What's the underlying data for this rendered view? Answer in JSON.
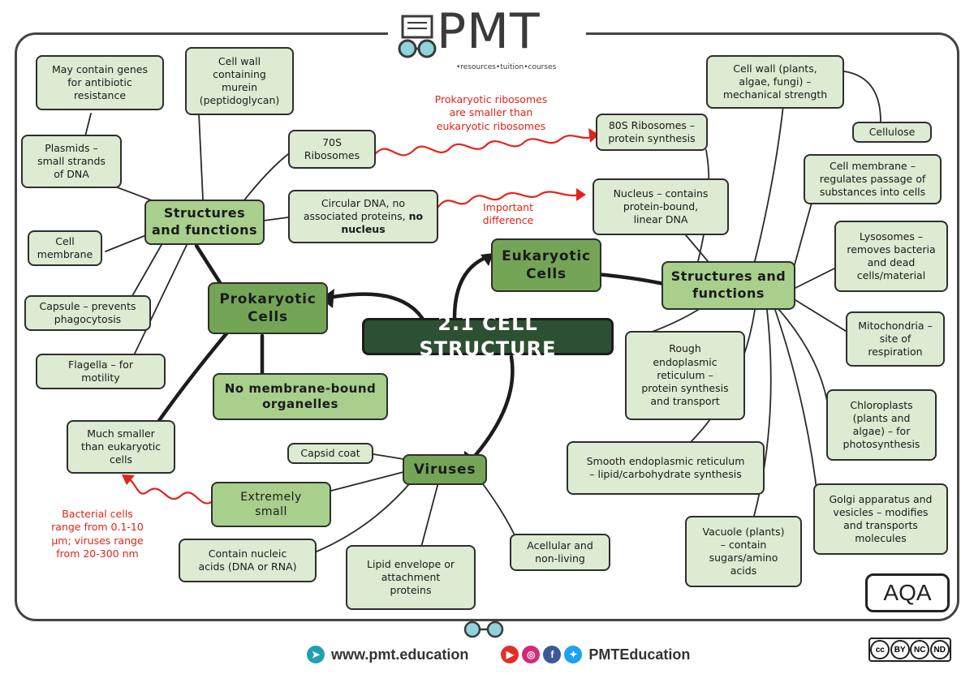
{
  "logo": {
    "text": "PMT",
    "tagline": "•resources•tuition•courses"
  },
  "title": "2.1 CELL STRUCTURE",
  "prokaryotic": {
    "label": "Prokaryotic\nCells",
    "structures": "Structures\nand functions",
    "no_membrane": "No membrane-bound\norganelles",
    "smaller": "Much smaller\nthan eukaryotic\ncells",
    "nodes": {
      "genes": "May contain genes\nfor antibiotic\nresistance",
      "murein": "Cell wall\ncontaining\nmurein\n(peptidoglycan)",
      "plasmids": "Plasmids –\nsmall strands\nof DNA",
      "ribosomes70": "70S\nRibosomes",
      "circular_prefix": "Circular DNA, no\nassociated proteins, ",
      "circular_bold1": "no",
      "circular_bold2": "nucleus",
      "membrane": "Cell\nmembrane",
      "capsule": "Capsule – prevents\nphagocytosis",
      "flagella": "Flagella – for\nmotility"
    }
  },
  "eukaryotic": {
    "label": "Eukaryotic\nCells",
    "structures": "Structures and\nfunctions",
    "nodes": {
      "ribosomes80": "80S Ribosomes –\nprotein synthesis",
      "nucleus": "Nucleus – contains\nprotein-bound,\nlinear DNA",
      "cellwall": "Cell wall (plants,\nalgae, fungi) –\nmechanical strength",
      "cellulose": "Cellulose",
      "membrane": "Cell membrane –\nregulates passage of\nsubstances into cells",
      "lysosomes": "Lysosomes –\nremoves bacteria\nand dead\ncells/material",
      "mitochondria": "Mitochondria –\nsite of\nrespiration",
      "chloroplasts": "Chloroplasts\n(plants and\nalgae) – for\nphotosynthesis",
      "golgi": "Golgi apparatus and\nvesicles – modifies\nand transports\nmolecules",
      "vacuole": "Vacuole (plants)\n– contain\nsugars/amino\nacids",
      "smooth_er": "Smooth endoplasmic reticulum\n– lipid/carbohydrate synthesis",
      "rough_er": "Rough\nendoplasmic\nreticulum –\nprotein synthesis\nand transport"
    }
  },
  "viruses": {
    "label": "Viruses",
    "nodes": {
      "capsid": "Capsid coat",
      "small": "Extremely\nsmall",
      "nucleic": "Contain nucleic\nacids (DNA or RNA)",
      "lipid": "Lipid envelope or\nattachment\nproteins",
      "acellular": "Acellular and\nnon-living"
    }
  },
  "notes": {
    "ribosomes": "Prokaryotic ribosomes\nare smaller than\neukaryotic ribosomes",
    "important": "Important\ndifference",
    "sizes": "Bacterial cells\nrange from 0.1-10\nμm; viruses range\nfrom 20-300 nm"
  },
  "badge": "AQA",
  "footer": {
    "website": "www.pmt.education",
    "social": "PMTEducation"
  },
  "license": {
    "cc": "cc",
    "by": "BY",
    "nc": "NC",
    "nd": "ND"
  },
  "colors": {
    "light_node": "#dcebd2",
    "mid_node": "#a8cf8c",
    "main_node": "#74a557",
    "title_node": "#2e5032",
    "note_red": "#e2231a"
  }
}
